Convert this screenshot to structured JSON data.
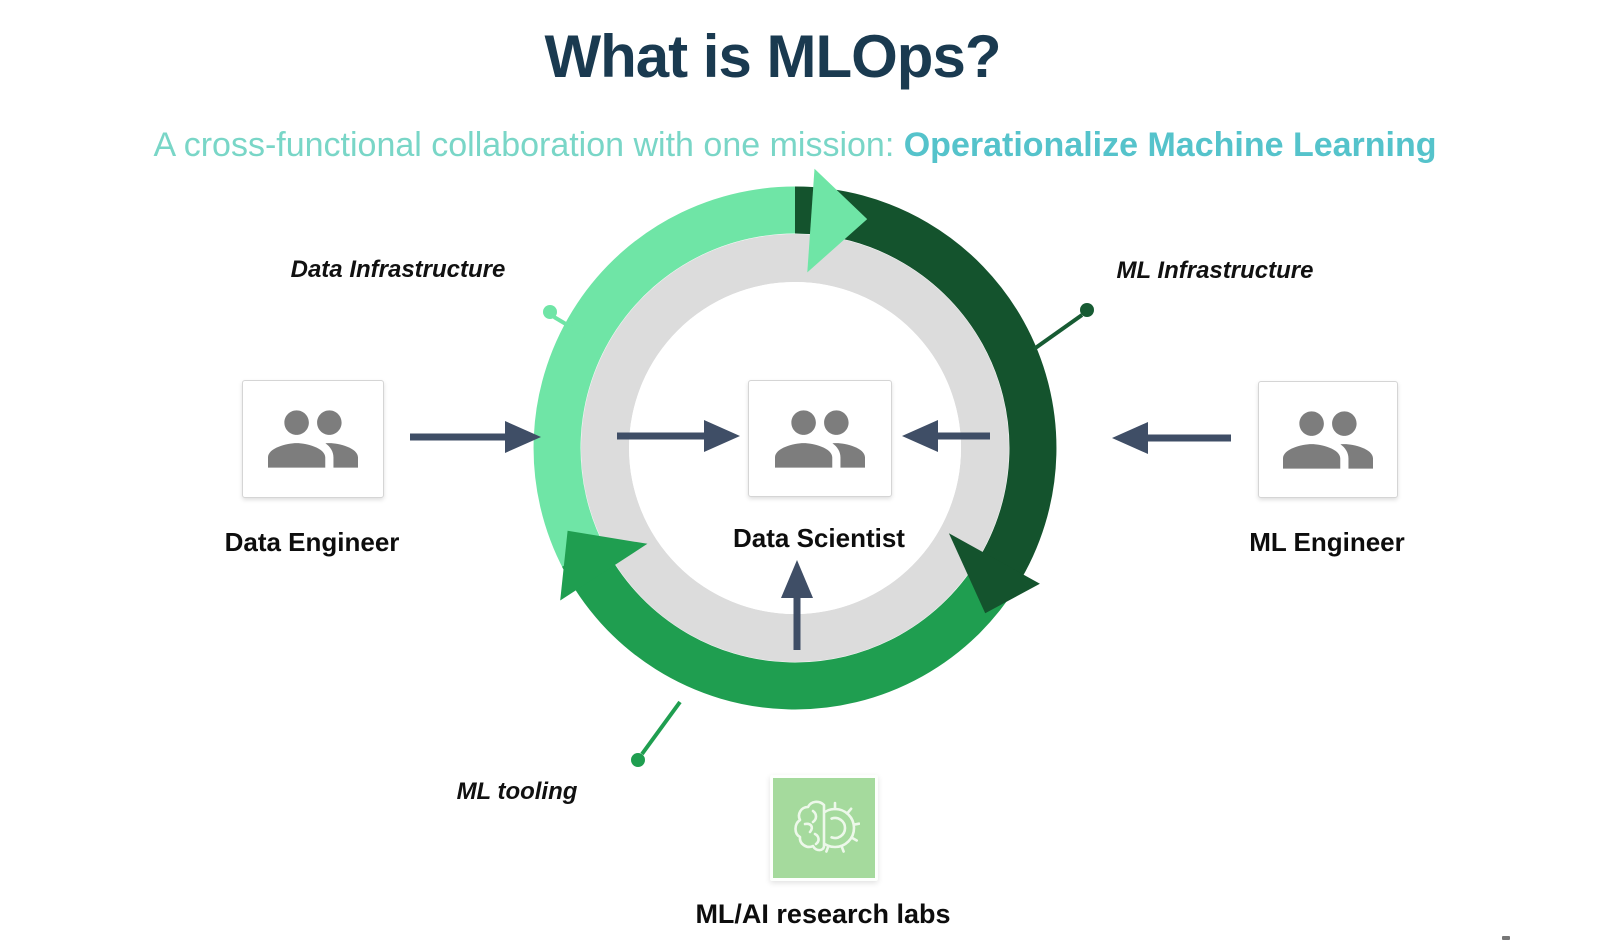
{
  "header": {
    "title": "What is MLOps?",
    "subtitle_prefix": "A cross-functional collaboration with one mission: ",
    "subtitle_highlight": "Operationalize Machine Learning"
  },
  "diagram": {
    "center_role": {
      "label": "Data Scientist"
    },
    "left_role": {
      "label": "Data Engineer"
    },
    "right_role": {
      "label": "ML Engineer"
    },
    "bottom_source": {
      "label": "ML/AI research labs"
    },
    "annotations": {
      "data_infrastructure": "Data Infrastructure",
      "ml_infrastructure": "ML Infrastructure",
      "ml_tooling": "ML tooling"
    }
  },
  "colors": {
    "title": "#1A3A50",
    "subtitle": "#79D6C7",
    "subtitle_highlight": "#55C3CB",
    "mint_arc": "#6FE5A6",
    "dark_green_arc": "#14532D",
    "green_arc": "#1F9E50",
    "gray_ring": "#DCDCDC",
    "arrow_navy": "#3F4E66",
    "person_icon_gray": "#7D7D7D",
    "research_box_green": "#A5DA9D"
  }
}
